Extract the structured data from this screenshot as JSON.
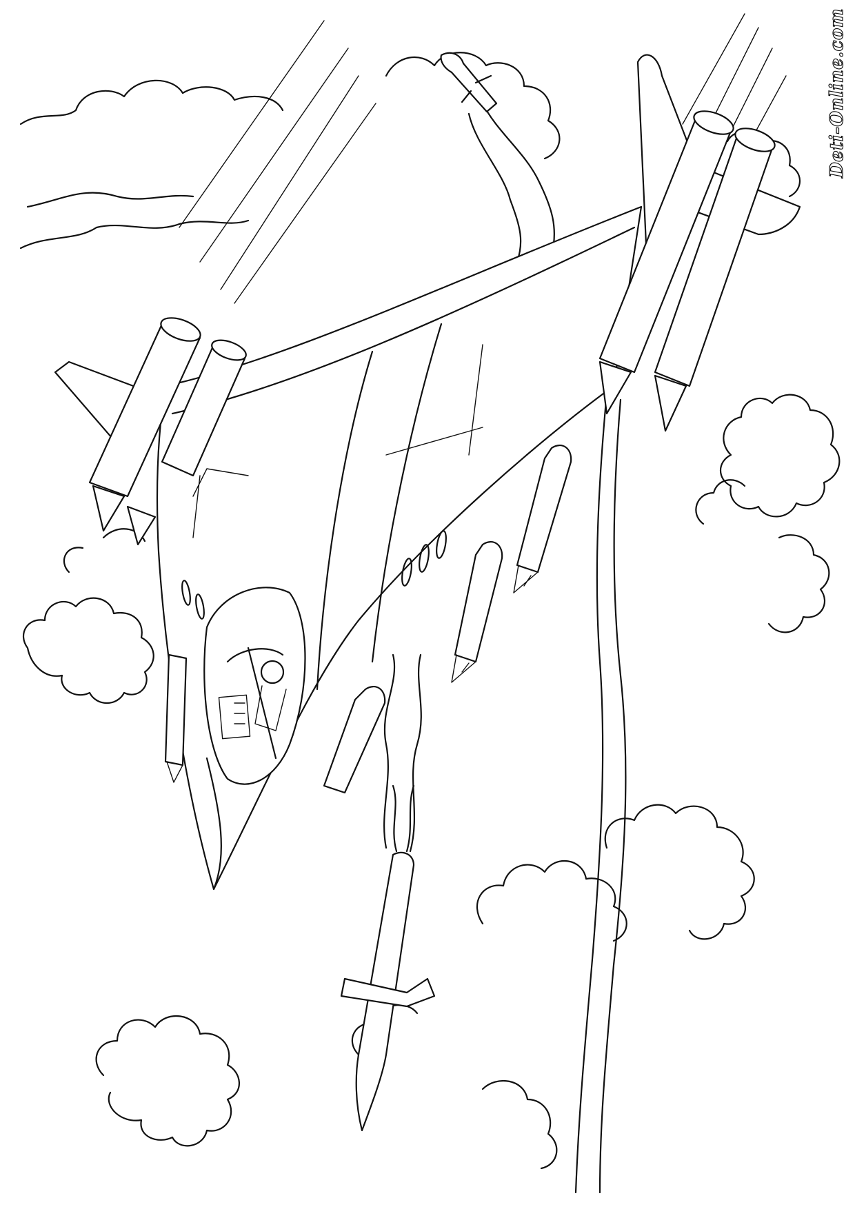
{
  "watermark": {
    "text": "Deti-Online.com"
  },
  "colors": {
    "ink": "#111111",
    "paper": "#ffffff"
  },
  "illustration": {
    "subject": "jet-fighter-firing-missiles-coloring-page",
    "elements": [
      "clouds",
      "fighter-jet",
      "cockpit-canopy",
      "engine-pods",
      "missiles",
      "smoke-trails",
      "speed-lines"
    ]
  }
}
